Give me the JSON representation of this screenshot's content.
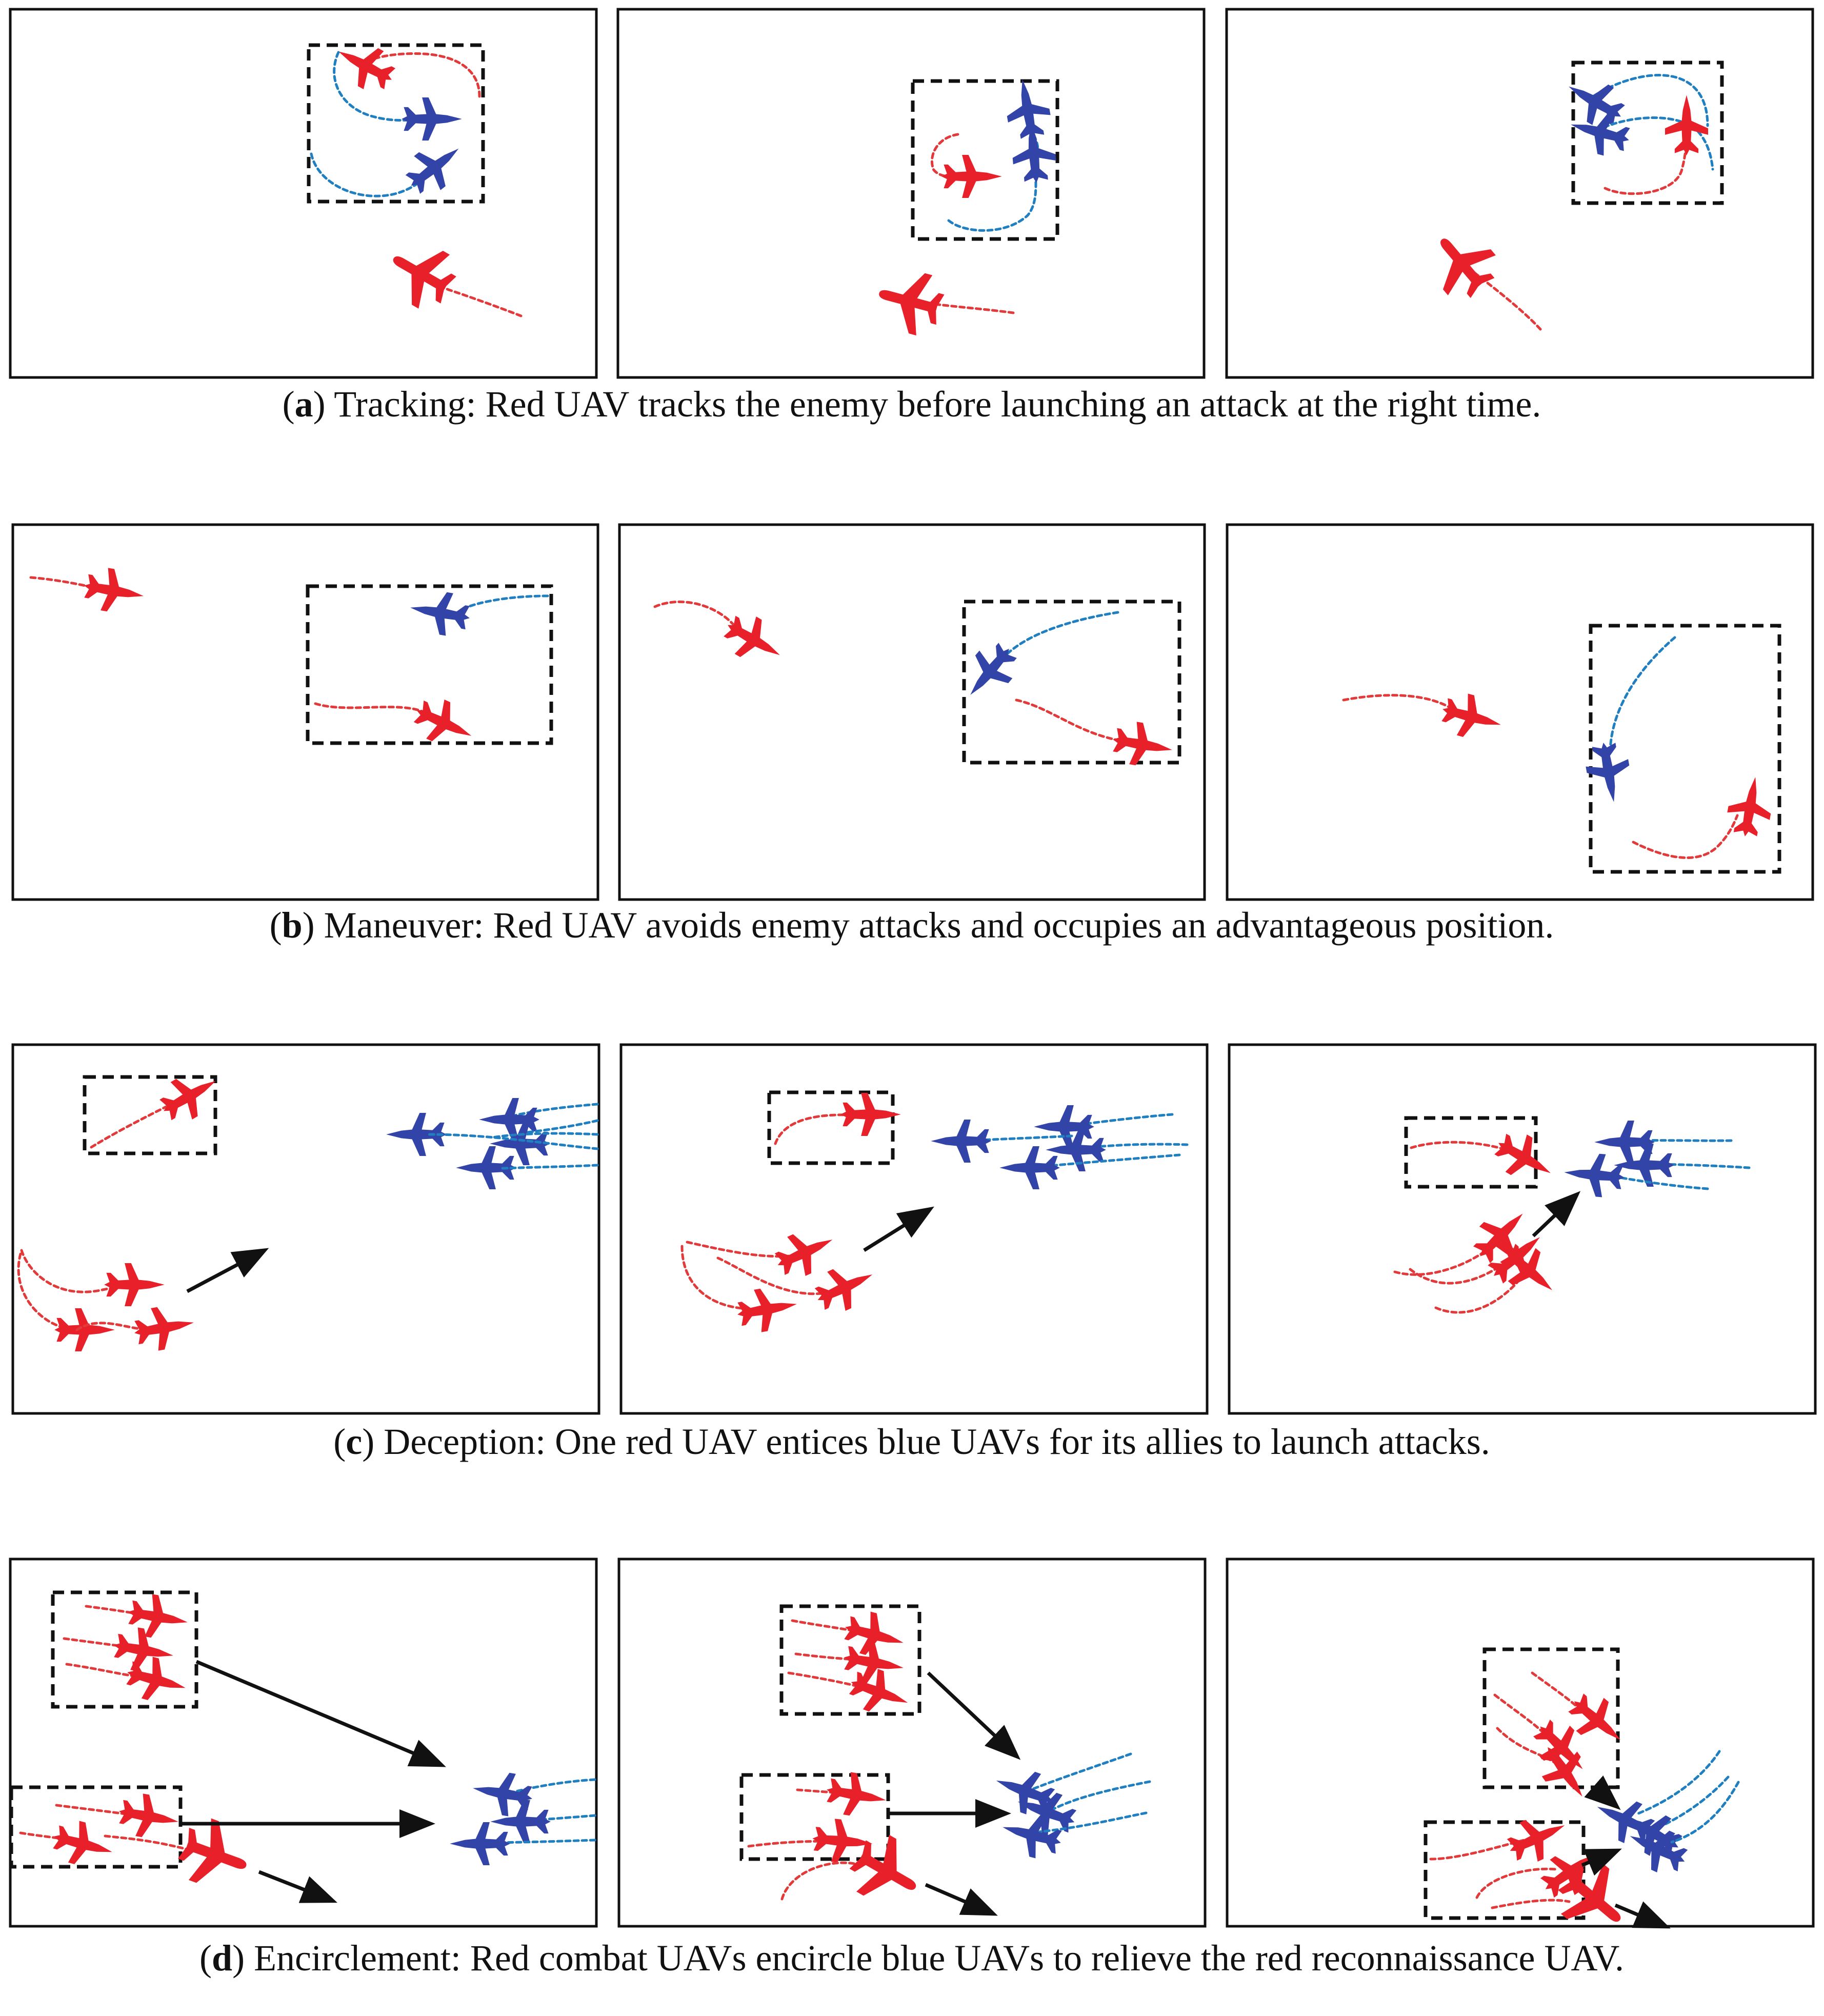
{
  "colors": {
    "red_uav": "#e8202a",
    "blue_uav": "#3344a8",
    "red_path": "#e23a3a",
    "blue_path": "#1f7fc0",
    "frame": "#111111",
    "group_box": "#111111",
    "arrow": "#111111"
  },
  "icons": {
    "red_combat_uav": "fighter-jet-icon",
    "blue_combat_uav": "fighter-jet-icon",
    "red_recon_uav": "airliner-icon"
  },
  "captions": {
    "a": {
      "letter": "a",
      "text": " Tracking: Red UAV tracks the enemy before launching an attack at the right time."
    },
    "b": {
      "letter": "b",
      "text": " Maneuver: Red UAV avoids enemy attacks and occupies an advantageous position."
    },
    "c": {
      "letter": "c",
      "text": " Deception: One red UAV entices blue UAVs for its allies to launch attacks."
    },
    "d": {
      "letter": "d",
      "text": " Encirclement: Red combat UAVs encircle blue UAVs to relieve the red reconnaissance UAV."
    }
  },
  "scenarios": [
    {
      "id": "a",
      "name": "Tracking",
      "frames": 3
    },
    {
      "id": "b",
      "name": "Maneuver",
      "frames": 3
    },
    {
      "id": "c",
      "name": "Deception",
      "frames": 3
    },
    {
      "id": "d",
      "name": "Encirclement",
      "frames": 3
    }
  ]
}
